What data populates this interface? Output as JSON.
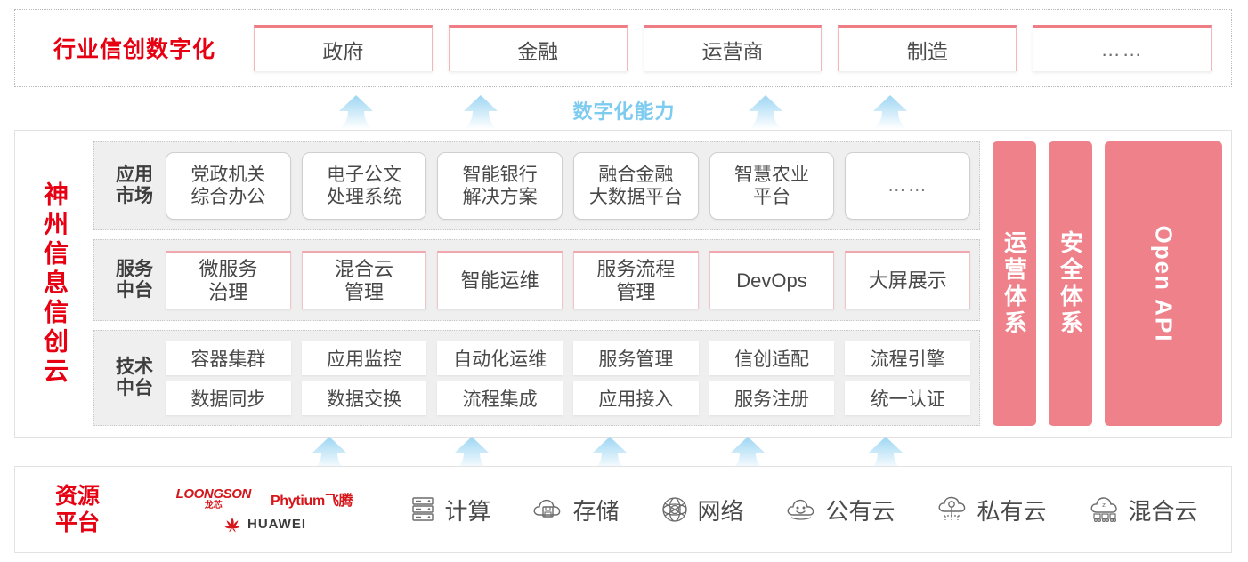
{
  "industry": {
    "title": "行业信创数字化",
    "boxes": [
      {
        "label": "政府"
      },
      {
        "label": "金融"
      },
      {
        "label": "运营商"
      },
      {
        "label": "制造"
      },
      {
        "label": "……"
      }
    ]
  },
  "capability": {
    "caption": "数字化能力",
    "arrow_color": "#bfe4f7"
  },
  "cloud": {
    "title": "神州信息信创云",
    "rows": [
      {
        "label": "应用\n市场",
        "label_line1": "应用",
        "label_line2": "市场",
        "items": [
          "党政机关\n综合办公",
          "电子公文\n处理系统",
          "智能银行\n解决方案",
          "融合金融\n大数据平台",
          "智慧农业\n平台",
          "……"
        ]
      },
      {
        "label_line1": "服务",
        "label_line2": "中台",
        "items": [
          "微服务\n治理",
          "混合云\n管理",
          "智能运维",
          "服务流程\n管理",
          "DevOps",
          "大屏展示"
        ]
      },
      {
        "label_line1": "技术",
        "label_line2": "中台",
        "items_row1": [
          "容器集群",
          "应用监控",
          "自动化运维",
          "服务管理",
          "信创适配",
          "流程引擎"
        ],
        "items_row2": [
          "数据同步",
          "数据交换",
          "流程集成",
          "应用接入",
          "服务注册",
          "统一认证"
        ]
      }
    ],
    "bars": [
      {
        "label": "运营体系",
        "orientation": "vertical",
        "color": "#ee818a"
      },
      {
        "label": "安全体系",
        "orientation": "vertical",
        "color": "#ee818a"
      },
      {
        "label": "Open API",
        "orientation": "rotated",
        "color": "#ee818a"
      }
    ]
  },
  "resource": {
    "title_line1": "资源",
    "title_line2": "平台",
    "logos": [
      {
        "name": "LOONGSON",
        "cn": "龙芯",
        "icon": "loongson-logo"
      },
      {
        "name": "Phytium飞腾",
        "icon": "phytium-logo"
      },
      {
        "name": "HUAWEI",
        "icon": "huawei-logo"
      }
    ],
    "items": [
      {
        "label": "计算",
        "icon": "server-rack-icon"
      },
      {
        "label": "存储",
        "icon": "cloud-storage-icon"
      },
      {
        "label": "网络",
        "icon": "network-mesh-icon"
      },
      {
        "label": "公有云",
        "icon": "public-cloud-icon"
      },
      {
        "label": "私有云",
        "icon": "private-cloud-icon"
      },
      {
        "label": "混合云",
        "icon": "hybrid-cloud-icon"
      }
    ]
  },
  "colors": {
    "brand_red": "#e60012",
    "pink": "#ee818a",
    "pink_border": "#ef7d86",
    "arrow_blue": "#bfe4f7",
    "panel_gray": "#efefef"
  }
}
